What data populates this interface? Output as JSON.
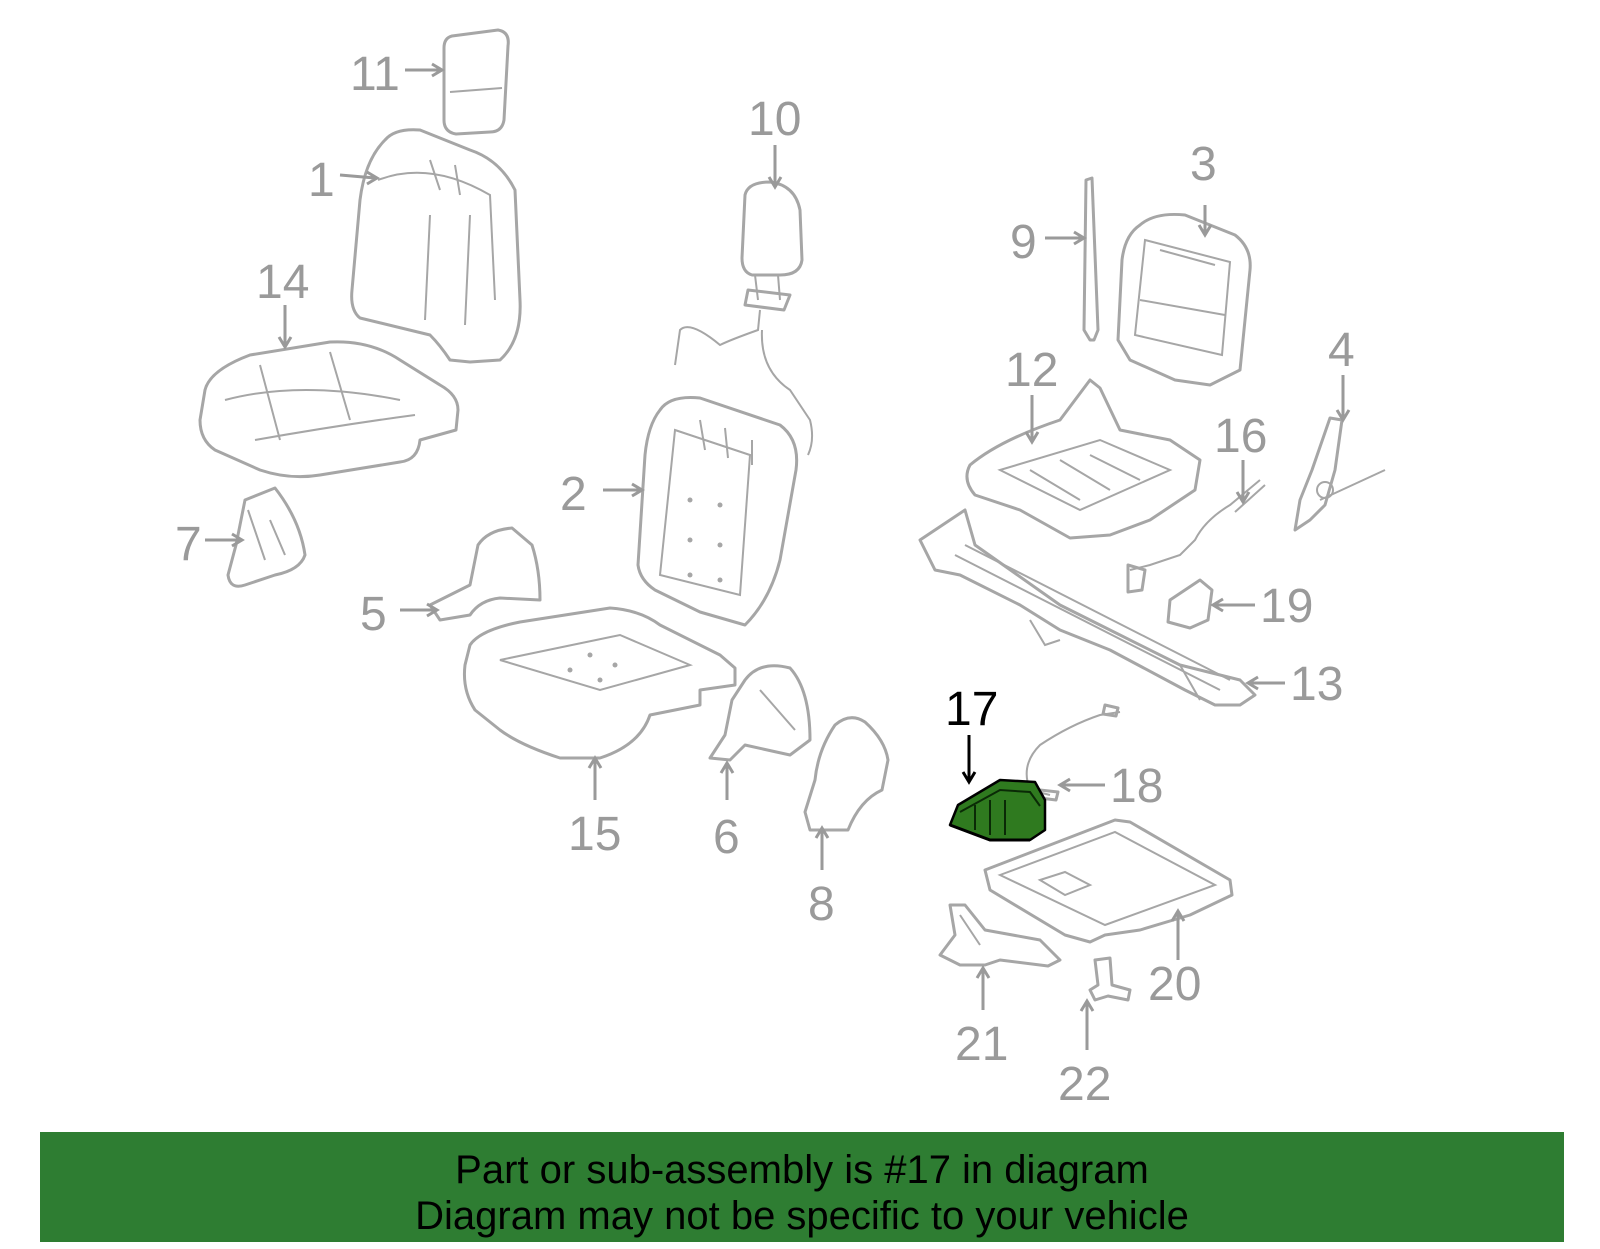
{
  "colors": {
    "part_stroke": "#a6a6a6",
    "highlight_fill": "#2f7a1f",
    "banner_bg": "#2e7d32",
    "text_gray": "#9a9a9a",
    "text_black": "#000000"
  },
  "callouts": {
    "c1": "1",
    "c2": "2",
    "c3": "3",
    "c4": "4",
    "c5": "5",
    "c6": "6",
    "c7": "7",
    "c8": "8",
    "c9": "9",
    "c10": "10",
    "c11": "11",
    "c12": "12",
    "c13": "13",
    "c14": "14",
    "c15": "15",
    "c16": "16",
    "c17": "17",
    "c18": "18",
    "c19": "19",
    "c20": "20",
    "c21": "21",
    "c22": "22"
  },
  "highlighted_part": "17",
  "banner": {
    "line1": "Part or sub-assembly is #17 in diagram",
    "line2": "Diagram may not be specific to your vehicle"
  }
}
